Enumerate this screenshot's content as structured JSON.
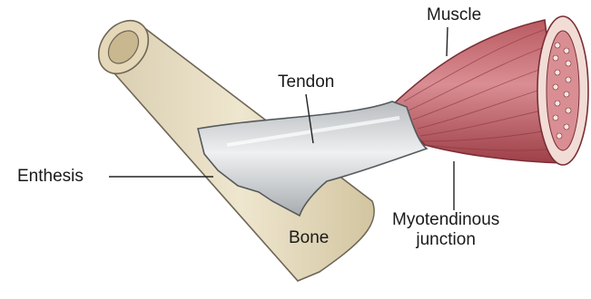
{
  "labels": {
    "muscle": "Muscle",
    "tendon": "Tendon",
    "enthesis": "Enthesis",
    "bone": "Bone",
    "myotendinous_line1": "Myotendinous",
    "myotendinous_line2": "junction"
  },
  "colors": {
    "bone": "#ece2c8",
    "bone_shadow": "#d5c8a4",
    "bone_outline": "#6e6656",
    "tendon": "#c9cbcd",
    "tendon_highlight": "#eceeef",
    "muscle": "#c86d74",
    "muscle_dark": "#a9474f",
    "muscle_cut": "#f2dcd6",
    "leader": "#222222"
  }
}
